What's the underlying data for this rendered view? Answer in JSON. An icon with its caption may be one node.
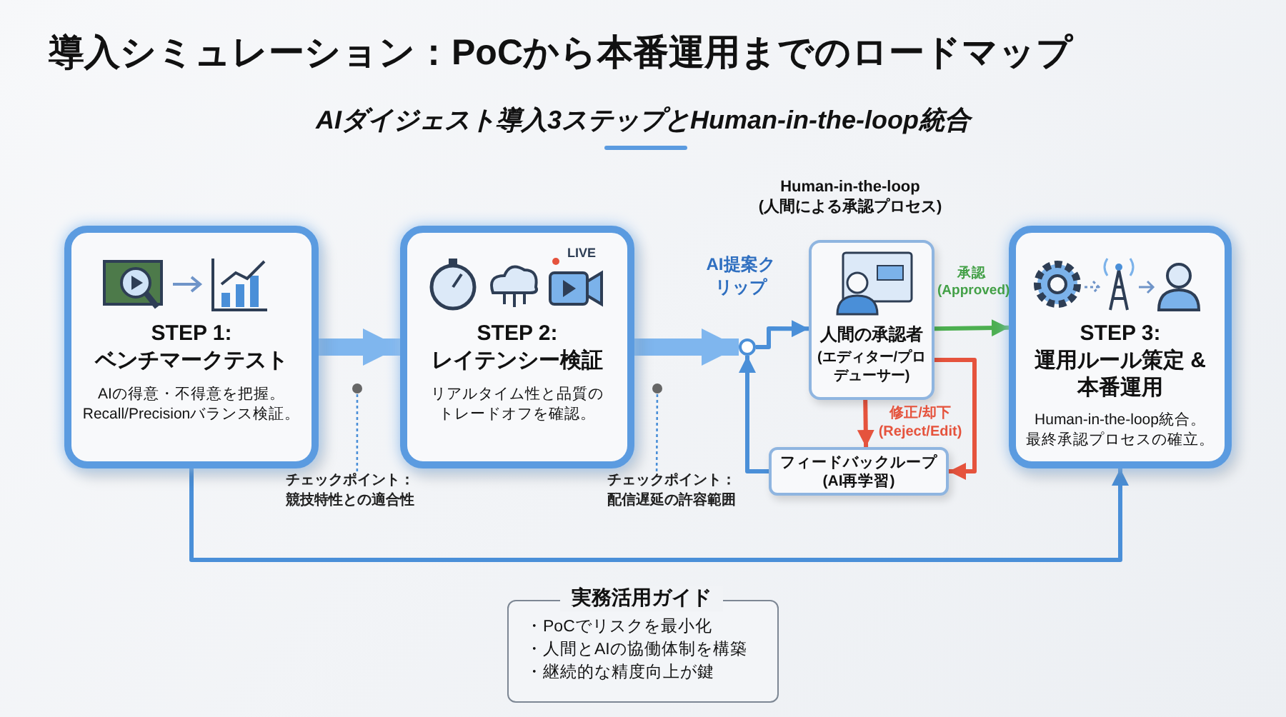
{
  "diagram": {
    "title": "導入シミュレーション：PoCから本番運用までのロードマップ",
    "nodes": [
      {
        "text": [
          "STEP 1: ベンチマークテスト",
          "AIの得意・不得意を把握。Recall/Precisionバランス検証。"
        ]
      },
      {
        "text": [
          "LIVE",
          "STEP 2: レイテンシー検証",
          "リアルタイム性と品質のトレードオフを確認。"
        ]
      },
      {
        "text": [],
        "shape": "circle"
      },
      {
        "text": [
          "人間の承認者",
          "(エディター/プロデューサー)"
        ]
      },
      {
        "text": [
          "フィードバックループ(AI再学習)"
        ]
      },
      {
        "text": [
          "STEP 3: 運用ルール策定 & 本番運用",
          "Human-in-the-loop統合。最終承認プロセスの確立。"
        ]
      },
      {
        "text": [
          "チェックポイント：競技特性との適合性"
        ]
      },
      {
        "text": [
          "チェックポイント：配信遅延の許容範囲"
        ]
      },
      {
        "text": [
          "実務活用ガイド",
          "・PoCでリスクを最小化",
          "・人間とAIの協働体制を構築",
          "・継続的な精度向上が鍵"
        ]
      }
    ],
    "edges": [
      {
        "from": 0,
        "to": 1,
        "arrow": "to",
        "style": "thick"
      },
      {
        "from": 1,
        "to": 2,
        "arrow": "to",
        "style": "thick"
      },
      {
        "from": 2,
        "to": 3,
        "arrow": "to",
        "label": "AI提案クリップ"
      },
      {
        "from": 3,
        "to": 5,
        "arrow": "to",
        "label": "承認 (Approved)",
        "color": "#4caf50"
      },
      {
        "from": 3,
        "to": 4,
        "arrow": "to",
        "label": "修正/却下 (Reject/Edit)",
        "color": "#e5533d"
      },
      {
        "from": 3,
        "to": 4,
        "arrow": "to",
        "color": "#e5533d"
      },
      {
        "from": 4,
        "to": 2,
        "arrow": "to"
      },
      {
        "from": 0,
        "to": 5,
        "arrow": "to"
      },
      {
        "from": 6,
        "to": null,
        "arrow": "none",
        "style": "dashed"
      },
      {
        "from": 7,
        "to": null,
        "arrow": "none",
        "style": "dashed"
      }
    ],
    "labels": [
      "AIダイジェスト導入3ステップとHuman-in-the-loop統合",
      "Human-in-the-loop (人間による承認プロセス)"
    ]
  }
}
